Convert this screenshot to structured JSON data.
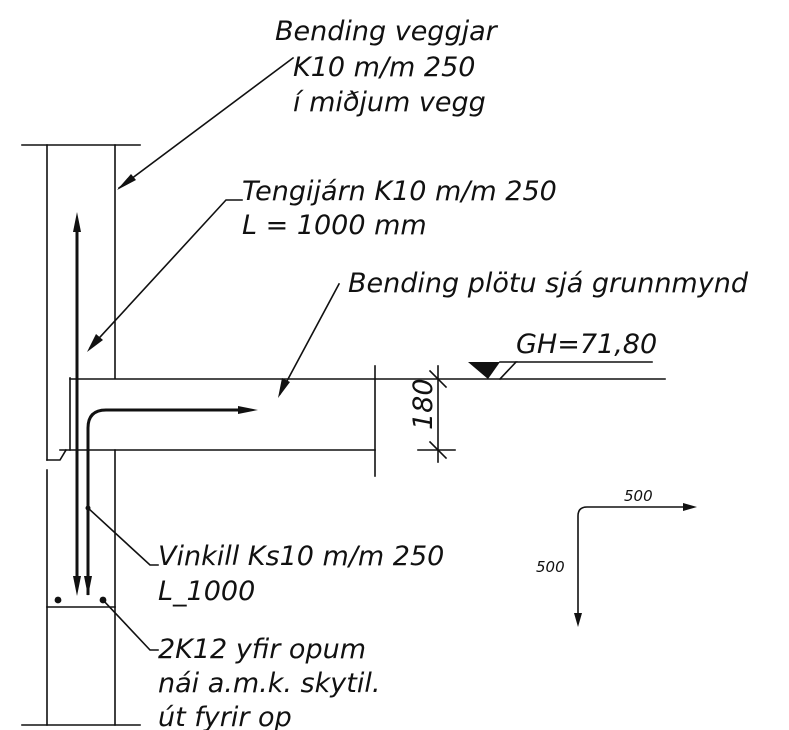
{
  "labels": {
    "wall_reinforcement": [
      "Bending veggjar",
      "K10 m/m 250",
      "í miðjum vegg"
    ],
    "tie_bars": [
      "Tengijárn K10 m/m 250",
      "L = 1000 mm"
    ],
    "slab_reinforcement": "Bending plötu sjá grunnmynd",
    "floor_level": "GH=71,80",
    "slab_thickness": "180",
    "angle_bar": [
      "Vinkill Ks10 m/m 250",
      "L_1000"
    ],
    "opening_bars": [
      "2K12 yfir opum",
      "nái a.m.k. skytil.",
      "út fyrir op"
    ],
    "bend_detail": {
      "horizontal_length": "500",
      "vertical_length": "500"
    }
  },
  "colors": {
    "ink": "#111111",
    "background": "#ffffff"
  }
}
